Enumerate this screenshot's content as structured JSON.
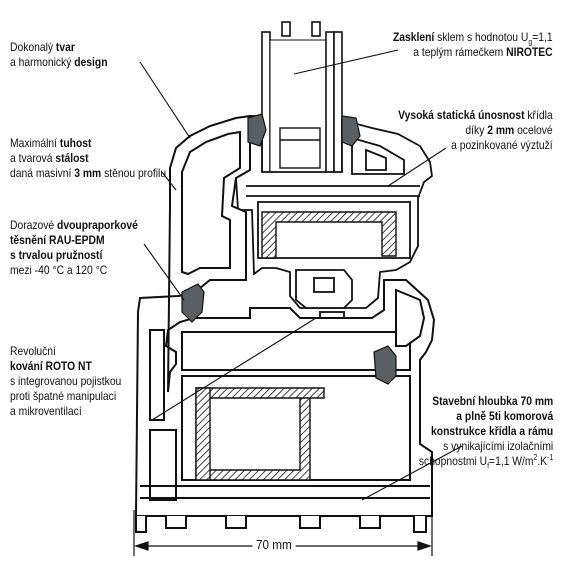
{
  "annotations": {
    "design": {
      "l1_a": "Dokonalý ",
      "l1_b": "tvar",
      "l2_a": "a harmonický ",
      "l2_b": "design"
    },
    "rigidity": {
      "l1_a": "Maximální ",
      "l1_b": "tuhost",
      "l2_a": "a tvarová ",
      "l2_b": "stálost",
      "l3_a": "daná masivní ",
      "l3_b": "3 mm",
      "l3_c": " stěnou profilu"
    },
    "seals": {
      "l1_a": "Dorazové ",
      "l1_b": "dvoupraporkové",
      "l2": "těsnění RAU-EPDM",
      "l3": "s trvalou pružností",
      "l4": "mezi -40 °C a 120 °C"
    },
    "hardware": {
      "l1": "Revoluční",
      "l2": "kování ROTO NT",
      "l3": "s integrovanou pojistkou",
      "l4": "proti špatné manipulaci",
      "l5": "a mikroventilací"
    },
    "glazing": {
      "l1_a": "Zasklení",
      "l1_b": " sklem s hodnotou U",
      "l1_sub": "g",
      "l1_c": "=1,1",
      "l2_a": "a teplým rámečkem ",
      "l2_b": "NIROTEC"
    },
    "strength": {
      "l1_a": "Vysoká statická únosnost",
      "l1_b": " křídla",
      "l2_a": "díky ",
      "l2_b": "2 mm",
      "l2_c": " ocelové",
      "l3": "a pozinkované výztuží"
    },
    "depth": {
      "l1": "Stavební hloubka 70 mm",
      "l2": "a plně 5ti komorová",
      "l3": "konstrukce křídla a rámu",
      "l4": "s vynikajícími izolačními",
      "l5_a": "schopnostmi U",
      "l5_sub": "f",
      "l5_b": "=1,1 W/m",
      "l5_sup2": "2",
      "l5_c": ".K",
      "l5_sup": "-1"
    }
  },
  "dimension": {
    "label": "70 mm"
  },
  "colors": {
    "profile": "#ffffff",
    "outline": "#111111",
    "gasket": "#5a5f63",
    "steel_hatch": "#111111",
    "glass": "#ffffff"
  }
}
